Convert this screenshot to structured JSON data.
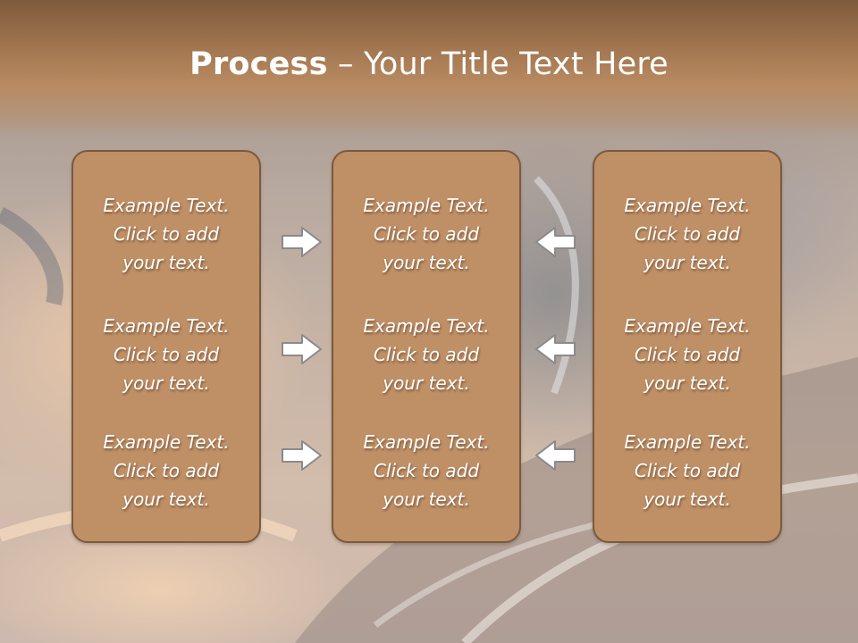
{
  "slide": {
    "title_bold": "Process",
    "title_rest": " – Your Title Text Here"
  },
  "columns": [
    {
      "blocks": [
        {
          "line1": "Example Text.",
          "line2": "Click  to add",
          "line3": "your text."
        },
        {
          "line1": "Example Text.",
          "line2": "Click  to add",
          "line3": "your text."
        },
        {
          "line1": "Example Text.",
          "line2": "Click  to add",
          "line3": "your text."
        }
      ]
    },
    {
      "blocks": [
        {
          "line1": "Example Text.",
          "line2": "Click  to add",
          "line3": "your text."
        },
        {
          "line1": "Example Text.",
          "line2": "Click  to add",
          "line3": "your text."
        },
        {
          "line1": "Example Text.",
          "line2": "Click  to add",
          "line3": "your text."
        }
      ]
    },
    {
      "blocks": [
        {
          "line1": "Example Text.",
          "line2": "Click  to add",
          "line3": "your text."
        },
        {
          "line1": "Example Text.",
          "line2": "Click  to add",
          "line3": "your text."
        },
        {
          "line1": "Example Text.",
          "line2": "Click  to add",
          "line3": "your text."
        }
      ]
    }
  ],
  "arrows": {
    "left_group": "arrow-right-icon",
    "right_group": "arrow-left-icon"
  },
  "colors": {
    "title_band": "#a27650",
    "box_fill": "#bf8f66",
    "box_border": "#7a5a3e",
    "arrow_fill": "#ffffff",
    "arrow_stroke": "#8a8a8a"
  }
}
